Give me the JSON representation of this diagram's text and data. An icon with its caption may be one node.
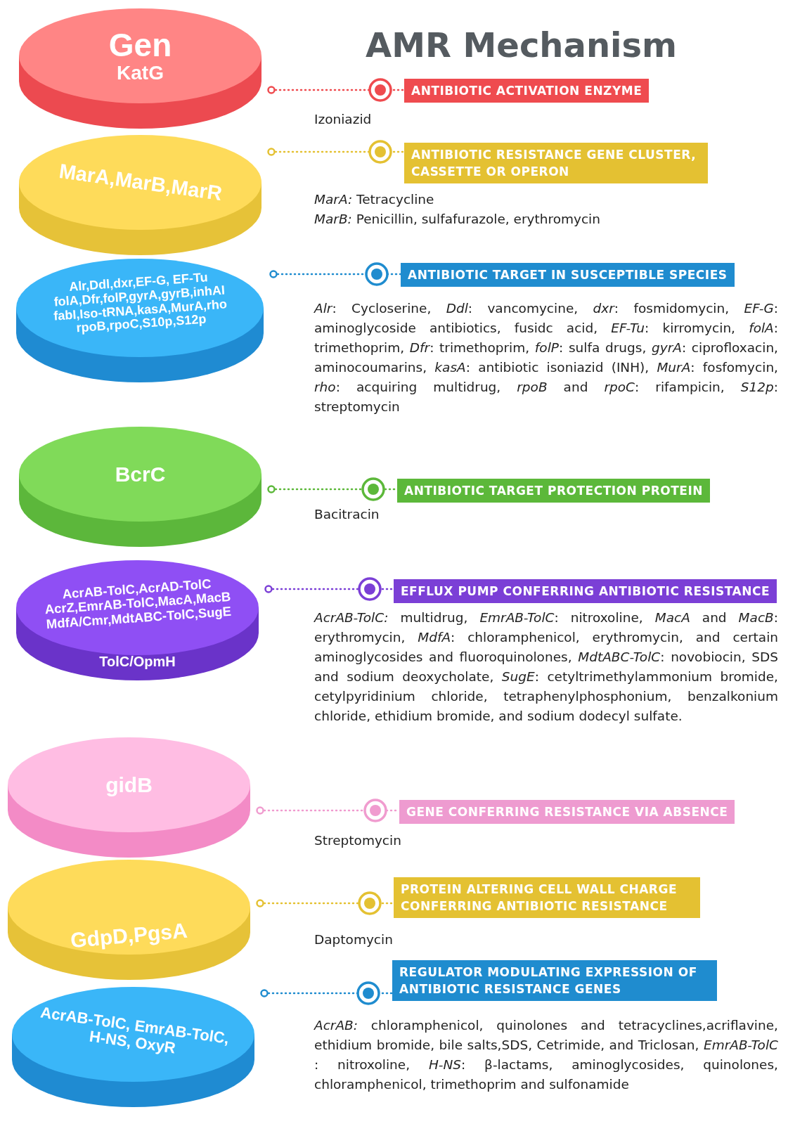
{
  "diagram": {
    "title": "AMR Mechanism",
    "nodes": [
      {
        "text": [
          "Gen",
          "KatG"
        ]
      },
      {
        "text": [
          "ANTIBIOTIC ACTIVATION ENZYME"
        ],
        "beside": [
          "Izoniazid"
        ]
      },
      {
        "text": [
          "MarA,MarB,MarR"
        ]
      },
      {
        "text": [
          "ANTIBIOTIC RESISTANCE GENE CLUSTER, CASSETTE OR OPERON"
        ],
        "beside": [
          "*MarA:* Tetracycline",
          "*MarB:* Penicillin, sulfafurazole, erythromycin"
        ]
      },
      {
        "text": [
          "Alr,Ddl,dxr,EF-G, EF-Tu folA,Dfr,folP,gyrA,gyrB,inhAI fabI,Iso-tRNA,kasA,MurA,rho rpoB,rpoC,S10p,S12p"
        ]
      },
      {
        "text": [
          "ANTIBIOTIC TARGET IN SUSCEPTIBLE SPECIES"
        ],
        "beside": [
          "*Alr*: Cycloserine, *Ddl*: vancomycine, *dxr*: fosmidomycin, *EF-G*: aminoglycoside antibiotics, fusidc acid, *EF-Tu*: kirromycin, *folA*: trimethoprim, *Dfr*: trimethoprim, *folP*: sulfa drugs, *gyrA*: ciprofloxacin, aminocoumarins, *kasA*: antibiotic isoniazid (INH), *MurA*: fosfomycin, *rho*: acquiring multidrug, *rpoB* and *rpoC*: rifampicin, *S12p*: streptomycin"
        ]
      },
      {
        "text": [
          "BcrC"
        ]
      },
      {
        "text": [
          "ANTIBIOTIC TARGET PROTECTION PROTEIN"
        ],
        "beside": [
          "Bacitracin"
        ]
      },
      {
        "text": [
          "AcrAB-TolC,AcrAD-TolC AcrZ,EmrAB-TolC,MacA,MacB MdfA/Cmr,MdtABC-TolC,SugE",
          "TolC/OpmH"
        ]
      },
      {
        "text": [
          "EFFLUX PUMP CONFERRING ANTIBIOTIC RESISTANCE"
        ],
        "beside": [
          "*AcrAB-TolC:* multidrug, *EmrAB-TolC*: nitroxoline, *MacA* and *MacB*: erythromycin, *MdfA*: chloramphenicol, erythromycin, and certain aminoglycosides and fluoroquinolones, *MdtABC-TolC*: novobiocin, SDS and sodium deoxycholate, *SugE*: cetyltrimethylammonium bromide, cetylpyridinium chloride, tetraphenylphosphonium, benzalkonium chloride, ethidium bromide, and sodium dodecyl sulfate."
        ]
      },
      {
        "text": [
          "gidB"
        ]
      },
      {
        "text": [
          "GENE CONFERRING RESISTANCE VIA ABSENCE"
        ],
        "beside": [
          "Streptomycin"
        ]
      },
      {
        "text": [
          "GdpD,PgsA"
        ]
      },
      {
        "text": [
          "PROTEIN ALTERING CELL WALL CHARGE CONFERRING ANTIBIOTIC RESISTANCE"
        ],
        "beside": [
          "Daptomycin"
        ]
      },
      {
        "text": [
          "AcrAB-TolC, EmrAB-TolC, H-NS, OxyR"
        ]
      },
      {
        "text": [
          "REGULATOR MODULATING EXPRESSION OF ANTIBIOTIC RESISTANCE GENES"
        ],
        "beside": [
          "*AcrAB:* chloramphenicol, quinolones and tetracyclines,acriflavine, ethidium bromide, bile salts,SDS, Cetrimide, and Triclosan, *EmrAB-TolC* : nitroxoline, *H-NS*: β-lactams, aminoglycosides, quinolones, chloramphenicol, trimethoprim and sulfonamide"
        ]
      }
    ],
    "edges": [
      {
        "from": 0,
        "to": 1,
        "arrow": "other",
        "color": "#ef4b4f"
      },
      {
        "from": 2,
        "to": 3,
        "arrow": "other",
        "color": "#e4c132"
      },
      {
        "from": 4,
        "to": 5,
        "arrow": "other",
        "color": "#1f8ccf"
      },
      {
        "from": 6,
        "to": 7,
        "arrow": "other",
        "color": "#5cb83a"
      },
      {
        "from": 8,
        "to": 9,
        "arrow": "other",
        "color": "#7b3fd6"
      },
      {
        "from": 10,
        "to": 11,
        "arrow": "other",
        "color": "#f09ccf"
      },
      {
        "from": 12,
        "to": 13,
        "arrow": "other",
        "color": "#e4c132"
      },
      {
        "from": 14,
        "to": 15,
        "arrow": "other",
        "color": "#1f8ccf"
      }
    ]
  }
}
